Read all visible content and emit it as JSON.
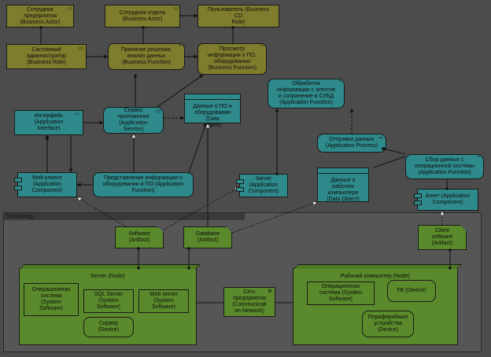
{
  "layer": {
    "technology_label": "Technology"
  },
  "business": {
    "actor_employee": "Сотрудник\nпредприятия\n(Business Actor)",
    "actor_dept": "Сотрудник отдела\n(Business Actor)",
    "role_user": "Пользователь (Business CD\nRole)",
    "role_admin": "Системный\nадминистратор\n(Business Role)",
    "fn_decision": "Принятие решения,\nанализ данных\n(Business Function)",
    "fn_view": "Просмотр\nинформации о ПО,\nоборудовании\n(Business Function)"
  },
  "application": {
    "interface": "Интерфейс\n(Application\nInterface)",
    "service": "Сервис\nприложения\n(Application\nService)",
    "data_po": "Данные о ПО и\nоборудовании (Data\nObject)",
    "processing": "Обработка\nинформации с агентов\nи сохранение в СУБД\n(Application Function)",
    "web_client": "Web клиент\n(Application\nComponent)",
    "presentation": "Представление информации о\nоборудовании и ПО (Application\nFunction)",
    "server_comp": "Server\n(Application\nComponent)",
    "data_pc": "Данные о\nрабочем\nкомпьютере\n(Data Object)",
    "send_data": "Отправка данных\n(Application Process)",
    "collect": "Сбор данных с\nоперационной системы\n(Application Function)",
    "agent": "Агент (Application\nComponent)"
  },
  "technology": {
    "artifact_software": "Software\n(Artifact)",
    "artifact_db": "Database\n(Artifact)",
    "artifact_client": "Client\nsoftware\n(Artifact)",
    "node_server": "Server (Node)",
    "node_workstation": "Рабочий компьютер (Node)",
    "os_server": "Операционная\nсистема\n(System\nSoftware)",
    "sql_server": "SQL Server\n(System\nSoftware)",
    "web_server": "Web server\n(System\nSoftware)",
    "device_server": "Сервер (Device)",
    "network": "Сеть\nпредприятия\n(Communicati\non Network)",
    "os_ws": "Операционная\nсистема (System\nSoftware)",
    "device_pc": "ПК (Device)",
    "device_periph": "Периферийные\nустройства\n(Device)"
  },
  "icons": {
    "actor": "actor-icon",
    "role": "role-icon",
    "function": "function-icon",
    "service": "service-icon",
    "interface": "interface-icon",
    "component": "component-icon",
    "process": "process-icon",
    "network": "network-icon"
  }
}
